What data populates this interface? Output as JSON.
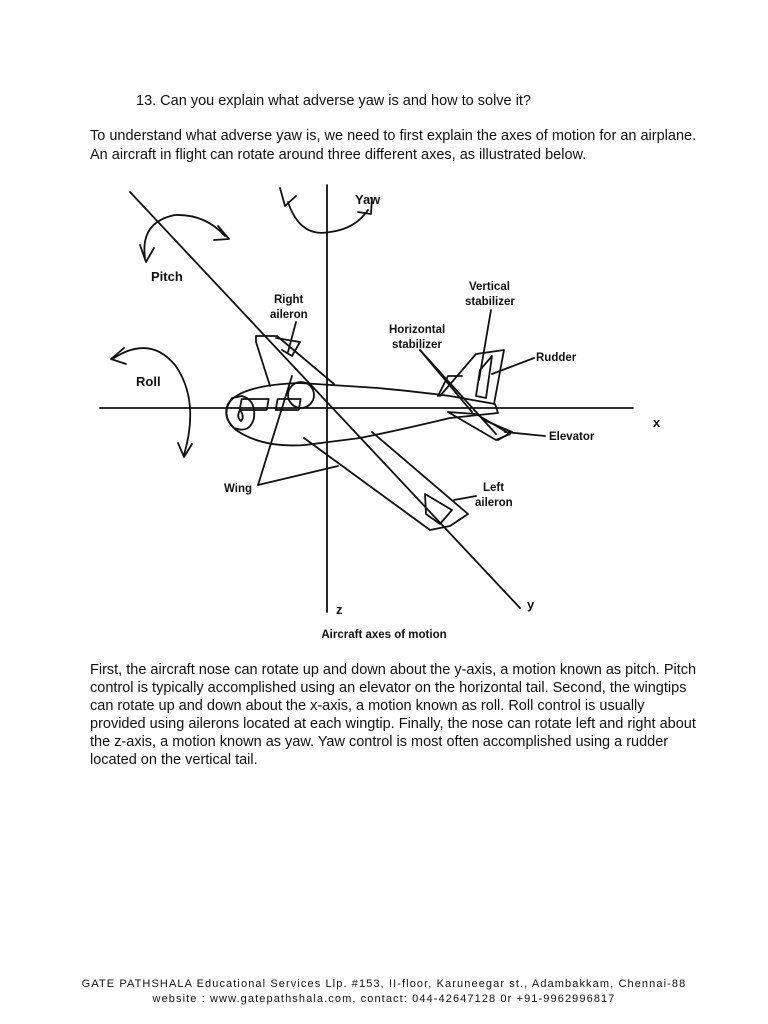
{
  "question": "13. Can you explain what adverse yaw is and how to solve it?",
  "intro": "To understand what adverse yaw is, we need to first explain the axes of motion for an airplane. An aircraft in flight can rotate around three different axes, as illustrated below.",
  "figure": {
    "labels": {
      "yaw": "Yaw",
      "pitch": "Pitch",
      "roll": "Roll",
      "right_aileron_1": "Right",
      "right_aileron_2": "aileron",
      "vertical_stabilizer_1": "Vertical",
      "vertical_stabilizer_2": "stabilizer",
      "horizontal_stabilizer_1": "Horizontal",
      "horizontal_stabilizer_2": "stabilizer",
      "rudder": "Rudder",
      "elevator": "Elevator",
      "wing": "Wing",
      "left_aileron_1": "Left",
      "left_aileron_2": "aileron",
      "x_axis": "x",
      "y_axis": "y",
      "z_axis": "z"
    },
    "caption": "Aircraft axes of motion"
  },
  "body_text": "First, the aircraft nose can rotate up and down about the y-axis, a motion known as pitch. Pitch control is typically accomplished using an elevator on the horizontal tail. Second, the wingtips can rotate up and down about the x-axis, a motion known as roll. Roll control is usually provided using ailerons located at each wingtip. Finally, the nose can rotate left and right about the z-axis, a motion known as yaw. Yaw control is most often accomplished using a rudder located on the vertical tail.",
  "footer": {
    "line1": "GATE PATHSHALA Educational Services Llp. #153, II-floor, Karuneegar st., Adambakkam, Chennai-88",
    "line2": "website : www.gatepathshala.com, contact: 044-42647128 0r +91-9962996817"
  }
}
